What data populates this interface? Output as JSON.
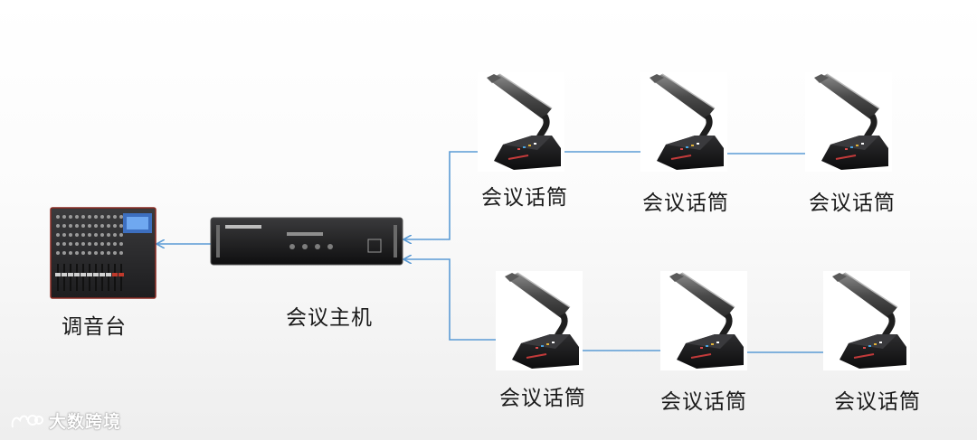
{
  "nodes": {
    "mixer": {
      "label": "调音台"
    },
    "host": {
      "label": "会议主机"
    },
    "mics_top": [
      {
        "label": "会议话筒"
      },
      {
        "label": "会议话筒"
      },
      {
        "label": "会议话筒"
      }
    ],
    "mics_bottom": [
      {
        "label": "会议话筒"
      },
      {
        "label": "会议话筒"
      },
      {
        "label": "会议话筒"
      }
    ]
  },
  "watermark": {
    "text": "大数跨境"
  },
  "colors": {
    "link": "#5b9bd5",
    "device_dark": "#1c1c1e",
    "mixer_accent": "#c0392b"
  }
}
